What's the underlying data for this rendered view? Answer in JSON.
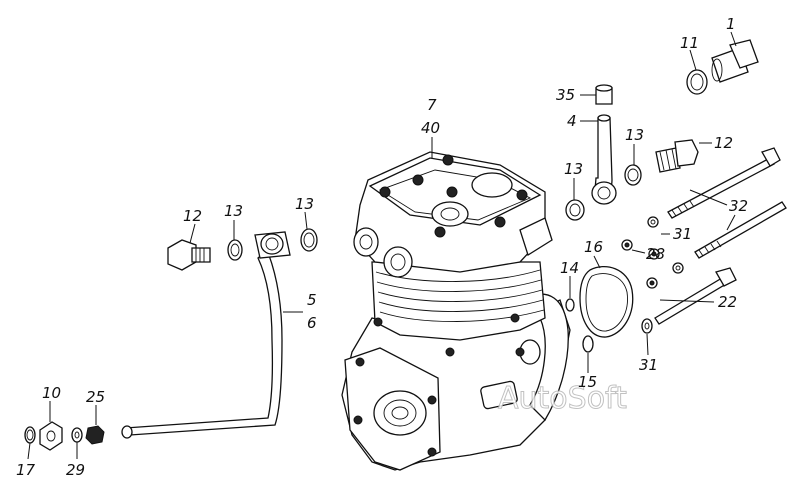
{
  "watermark": "AutoSoft",
  "callouts": [
    {
      "id": "c1",
      "text": "1"
    },
    {
      "id": "c11",
      "text": "11"
    },
    {
      "id": "c35",
      "text": "35"
    },
    {
      "id": "c4",
      "text": "4"
    },
    {
      "id": "c13a",
      "text": "13"
    },
    {
      "id": "c12a",
      "text": "12"
    },
    {
      "id": "c7",
      "text": "7"
    },
    {
      "id": "c40",
      "text": "40"
    },
    {
      "id": "c13b",
      "text": "13"
    },
    {
      "id": "c32",
      "text": "32"
    },
    {
      "id": "c12b",
      "text": "12"
    },
    {
      "id": "c13c",
      "text": "13"
    },
    {
      "id": "c13d",
      "text": "13"
    },
    {
      "id": "c16",
      "text": "16"
    },
    {
      "id": "c28",
      "text": "28"
    },
    {
      "id": "c31a",
      "text": "31"
    },
    {
      "id": "c14",
      "text": "14"
    },
    {
      "id": "c5",
      "text": "5"
    },
    {
      "id": "c6",
      "text": "6"
    },
    {
      "id": "c22",
      "text": "22"
    },
    {
      "id": "c31b",
      "text": "31"
    },
    {
      "id": "c15",
      "text": "15"
    },
    {
      "id": "c10",
      "text": "10"
    },
    {
      "id": "c25",
      "text": "25"
    },
    {
      "id": "c17",
      "text": "17"
    },
    {
      "id": "c29",
      "text": "29"
    }
  ]
}
